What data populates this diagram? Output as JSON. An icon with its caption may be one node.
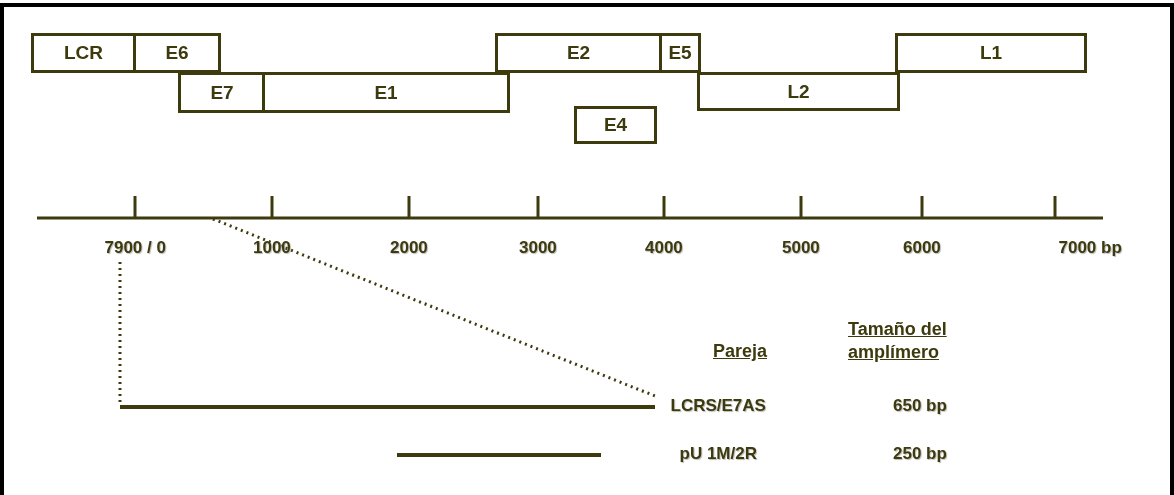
{
  "diagram": {
    "nodes": [
      {
        "text": [
          "LCR"
        ]
      },
      {
        "text": [
          "E6"
        ]
      },
      {
        "text": [
          "E2"
        ]
      },
      {
        "text": [
          "E5"
        ]
      },
      {
        "text": [
          "L1"
        ]
      },
      {
        "text": [
          "E7"
        ]
      },
      {
        "text": [
          "E1"
        ]
      },
      {
        "text": [
          "L2"
        ]
      },
      {
        "text": [
          "E4"
        ]
      }
    ],
    "edges": [],
    "labels": [
      "7900 / 0",
      "1000",
      "2000",
      "3000",
      "4000",
      "5000",
      "6000",
      "7000 bp",
      "Pareja",
      "Tamaño del amplímero",
      "LCRS/E7AS",
      "650 bp",
      "pU 1M/2R",
      "250 bp"
    ]
  }
}
